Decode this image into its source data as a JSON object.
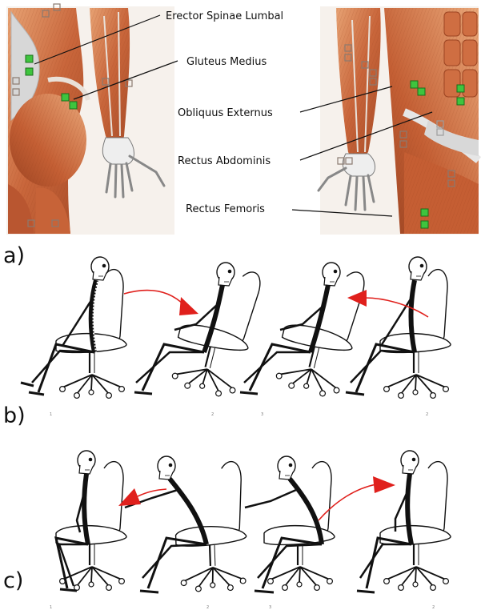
{
  "figure": {
    "panels": [
      {
        "id": "a",
        "label": "a)"
      },
      {
        "id": "b",
        "label": "b)"
      },
      {
        "id": "c",
        "label": "c)"
      }
    ],
    "muscles": [
      {
        "id": "erector",
        "label": "Erector Spinae Lumbal"
      },
      {
        "id": "gluteus",
        "label": "Gluteus Medius"
      },
      {
        "id": "obliquus",
        "label": "Obliquus Externus"
      },
      {
        "id": "rectus-abd",
        "label": "Rectus Abdominis"
      },
      {
        "id": "rectus-fem",
        "label": "Rectus Femoris"
      }
    ],
    "frame_numbers_b": [
      "1",
      "2",
      "3",
      "2"
    ],
    "frame_numbers_c": [
      "1",
      "2",
      "3",
      "2"
    ]
  },
  "colors": {
    "muscle": "#c9663b",
    "muscle_light": "#e69a6a",
    "tendon": "#d9d9d9",
    "electrode_active": "#3ec43e",
    "electrode_inactive": "#8a7a70",
    "arrow": "#e0201c",
    "ink": "#111111"
  },
  "icons": {
    "active_electrode": "green-square-icon",
    "inactive_electrode": "gray-square-icon",
    "motion_arrow": "red-curved-arrow-icon"
  }
}
